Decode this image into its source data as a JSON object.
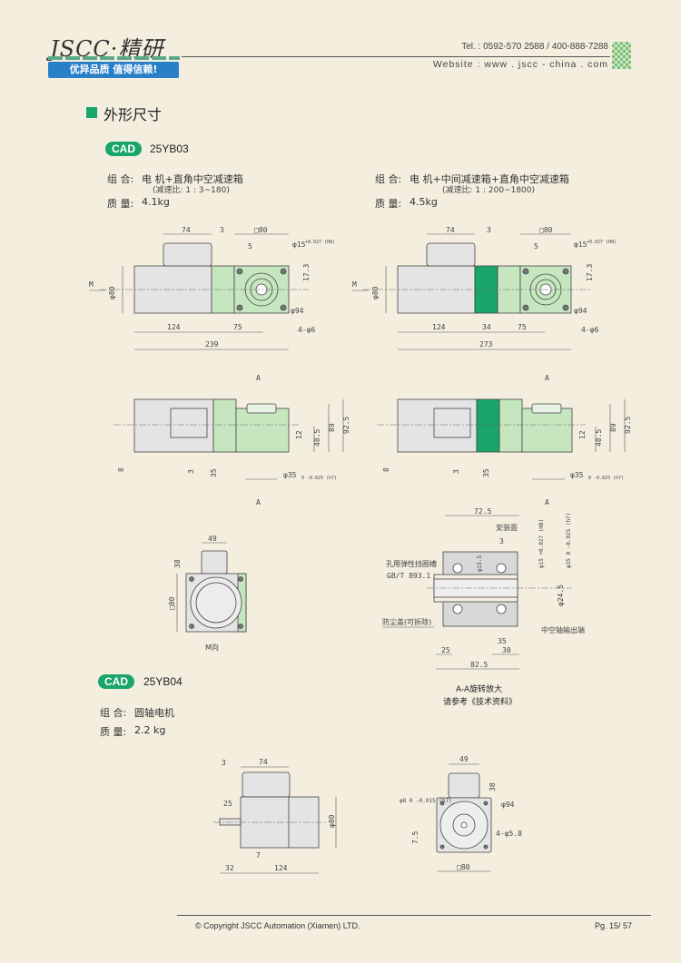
{
  "header": {
    "logo": "JSCC·精研",
    "slogan": "优异品质 值得信赖!",
    "tel": "Tel. : 0592-570 2588 / 400-888-7288",
    "website": "Website : www . jscc - china . com"
  },
  "section_title": "外形尺寸",
  "products": [
    {
      "badge": "CAD",
      "model": "25YB03",
      "variants": [
        {
          "combo_label": "组 合:",
          "combo": "电 机+直角中空减速箱",
          "ratio": "(减速比: 1 : 3~180)",
          "weight_label": "质 量:",
          "weight": "4.1kg"
        },
        {
          "combo_label": "组 合:",
          "combo": "电 机+中间减速箱+直角中空减速箱",
          "ratio": "(减速比: 1 : 200~1800)",
          "weight_label": "质 量:",
          "weight": "4.5kg"
        }
      ]
    },
    {
      "badge": "CAD",
      "model": "25YB04",
      "combo_label": "组 合:",
      "combo": "圆轴电机",
      "weight_label": "质 量:",
      "weight": "2.2 kg"
    }
  ],
  "drawings": {
    "plan1": {
      "d74": "74",
      "d3": "3",
      "sq80": "□80",
      "key": "5",
      "bore": "φ15",
      "bore_tol": "+0.027 (H8)",
      "h": "17.3",
      "phi80": "φ80",
      "m": "M",
      "d124": "124",
      "d75": "75",
      "d239": "239",
      "phi94": "φ94",
      "holes": "4-φ6"
    },
    "plan2": {
      "d74": "74",
      "d3": "3",
      "sq80": "□80",
      "key": "5",
      "bore": "φ15",
      "bore_tol": "+0.027 (H8)",
      "h": "17.3",
      "phi80": "φ80",
      "m": "M",
      "d124": "124",
      "d34": "34",
      "d75": "75",
      "d273": "273",
      "phi94": "φ94",
      "holes": "4-φ6"
    },
    "side": {
      "a": "A",
      "d8": "8",
      "d3": "3",
      "d35": "35",
      "d12": "12",
      "d485": "48.5",
      "d89": "89",
      "d925": "92.5",
      "shaft": "φ35",
      "shaft_tol": "0 -0.025 (h7)"
    },
    "mview": {
      "d49": "49",
      "d38": "38",
      "sq80": "□80",
      "caption": "M向"
    },
    "section": {
      "d725": "72.5",
      "mount": "安装面",
      "d3": "3",
      "ring": "孔用弹性挡圈槽",
      "std": "GB/T 893.1",
      "cover": "防尘盖(可拆除)",
      "bore": "φ15 +0.027 (H8)",
      "od": "φ35 0 -0.025 (h7)",
      "d245": "φ24.5",
      "phi15": "φ15.5",
      "out": "中空轴输出端",
      "d35": "35",
      "d25": "25",
      "d30": "30",
      "d825": "82.5",
      "caption": "A-A旋转放大",
      "ref": "请参考《技术资料》"
    },
    "round": {
      "d3": "3",
      "d74": "74",
      "d25": "25",
      "phi80": "φ80",
      "d7": "7",
      "d32": "32",
      "d124": "124",
      "d49": "49",
      "d38": "38",
      "shaft": "φ8 0 -0.015 (h7)",
      "phi94": "φ94",
      "d75": "7.5",
      "holes": "4-φ5.8",
      "sq80": "□80"
    }
  },
  "footer": {
    "copyright": "© Copyright JSCC Automation (Xiamen) LTD.",
    "page": "Pg.  15/ 57"
  },
  "colors": {
    "accent": "#1aa56a",
    "background": "#f4eedf",
    "gear_green": "#c6e6bf",
    "slogan_blue": "#2a7fc9"
  }
}
